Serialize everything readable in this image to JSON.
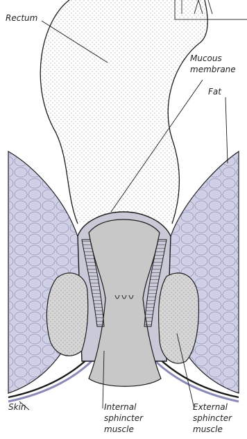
{
  "labels": {
    "rectum": "Rectum",
    "mucous_line1": "Mucous",
    "mucous_line2": "membrane",
    "fat": "Fat",
    "skin": "Skin",
    "internal_line1": "Internal",
    "internal_line2": "sphincter",
    "internal_line3": "muscle",
    "external_line1": "External",
    "external_line2": "sphincter",
    "external_line3": "muscle"
  },
  "colors": {
    "fat_fill": "#cfcfe6",
    "mucosa_fill": "#c9c9d8",
    "canal_fill": "#c8c8c8",
    "muscle_fill": "#d6d6d6",
    "stroke": "#1a1a1a"
  }
}
